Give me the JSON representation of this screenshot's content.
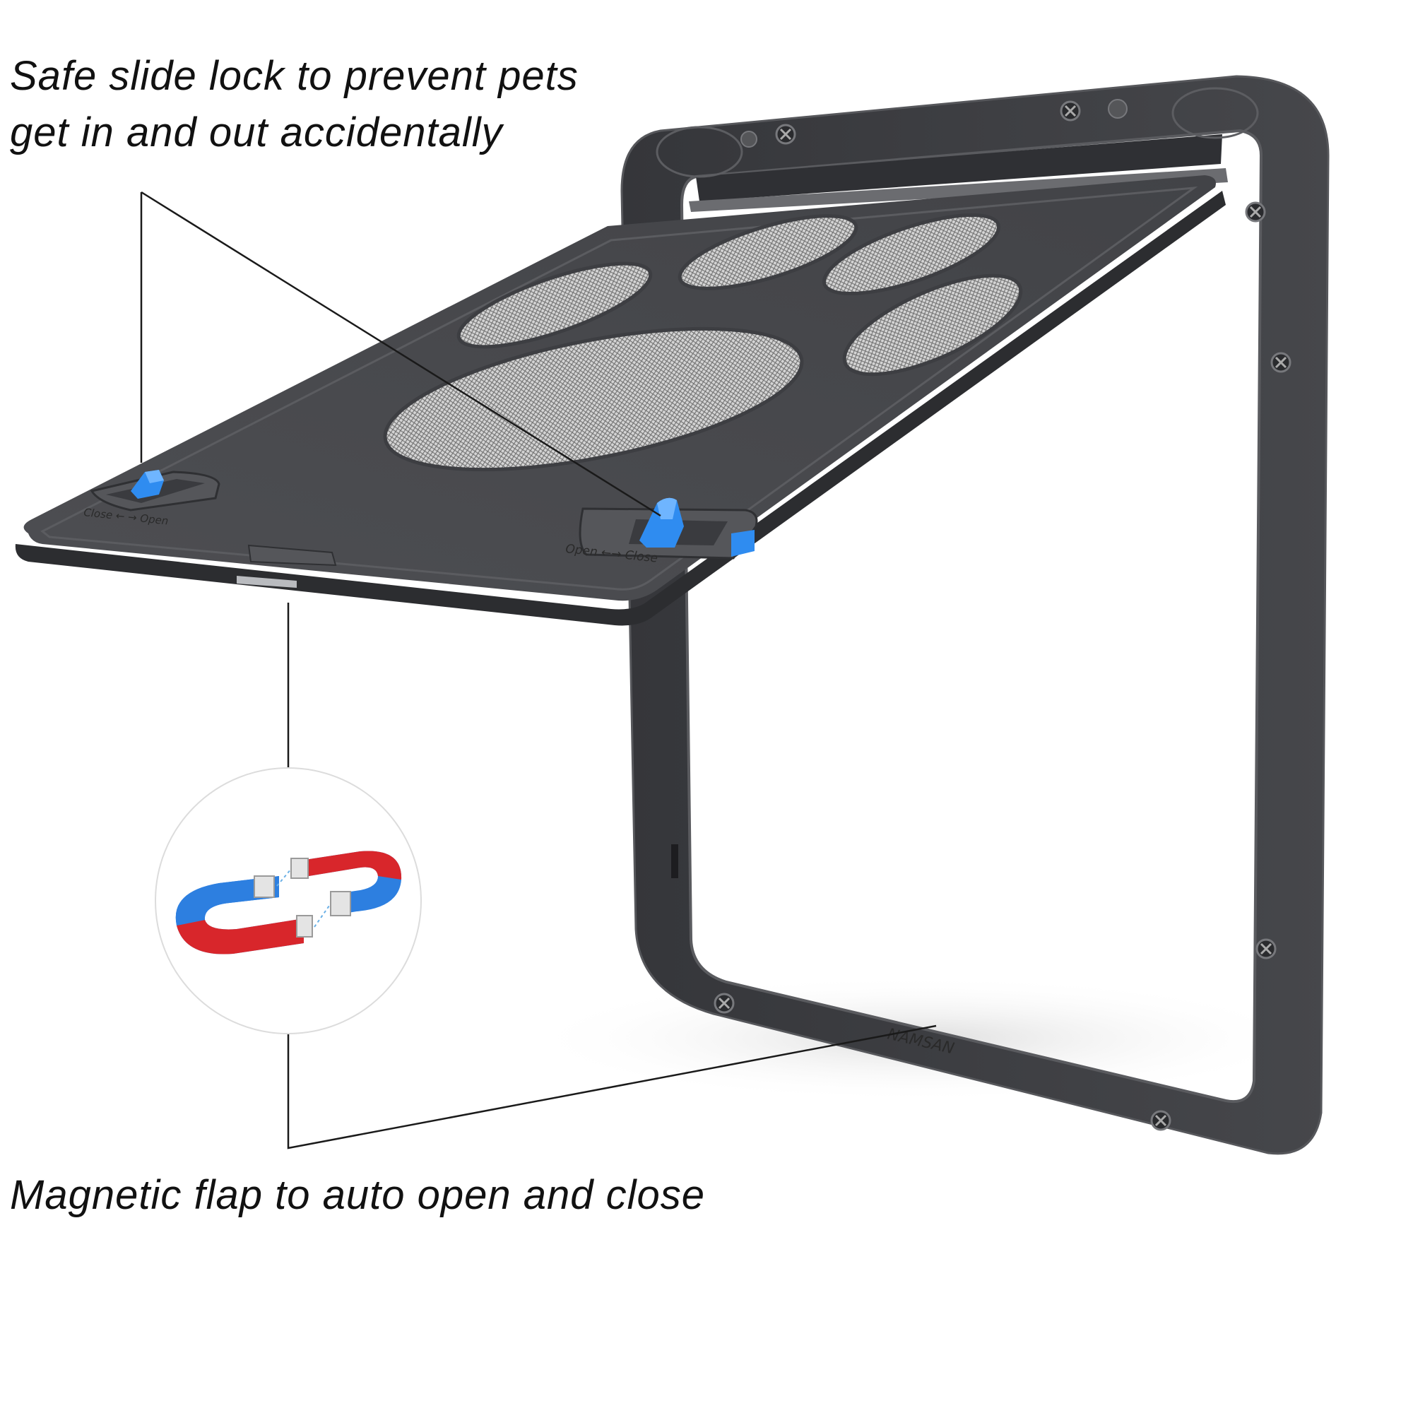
{
  "callouts": {
    "top_line1": "Safe slide lock to prevent pets",
    "top_line2": "get in and out accidentally",
    "bottom": "Magnetic flap to auto open and close"
  },
  "lock_left": {
    "label_left": "Close",
    "label_right": "Open"
  },
  "lock_right": {
    "label_left": "Open",
    "label_right": "Close"
  },
  "colors": {
    "frame": "#3c3d40",
    "flap": "#4a4b4f",
    "lock_blue": "#2f8cf0",
    "magnet_red": "#d8262b",
    "magnet_blue": "#2d7fe0"
  },
  "icons": [
    "slide-lock",
    "horseshoe-magnet",
    "screw"
  ]
}
